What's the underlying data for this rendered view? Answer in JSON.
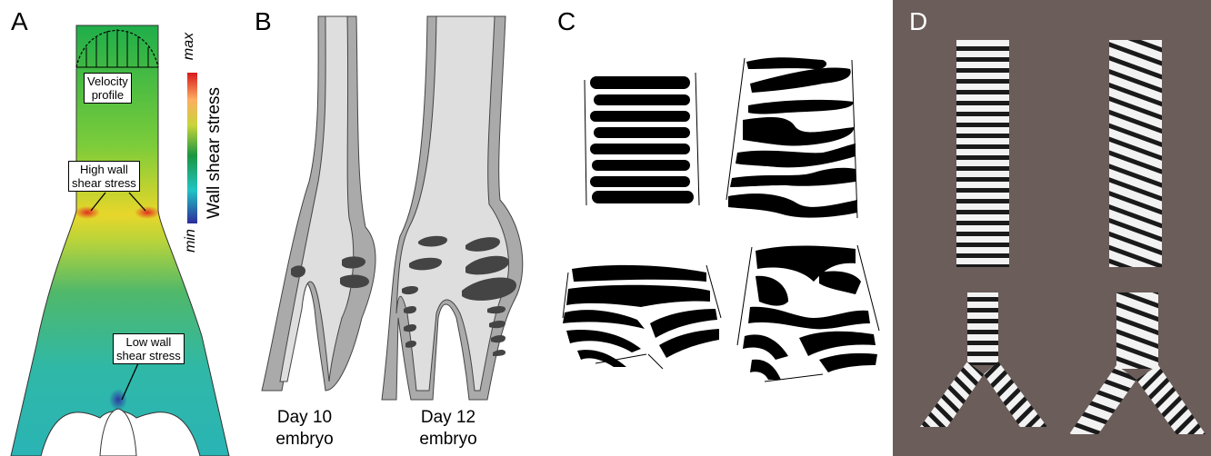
{
  "panels": {
    "a": {
      "label": "A",
      "callouts": {
        "velocity": "Velocity\nprofile",
        "high": "High wall\nshear stress",
        "low": "Low wall\nshear stress"
      },
      "colorbar": {
        "title": "Wall shear stress",
        "max": "max",
        "min": "min",
        "colors": [
          "#d7191c",
          "#fdae61",
          "#a6d96a",
          "#1a9641",
          "#21c4c4",
          "#2c2c9c"
        ]
      }
    },
    "b": {
      "label": "B",
      "captions": [
        "Day 10\nembryo",
        "Day 12\nembryo"
      ]
    },
    "c": {
      "label": "C"
    },
    "d": {
      "label": "D",
      "background": "#6b5d5a"
    }
  }
}
